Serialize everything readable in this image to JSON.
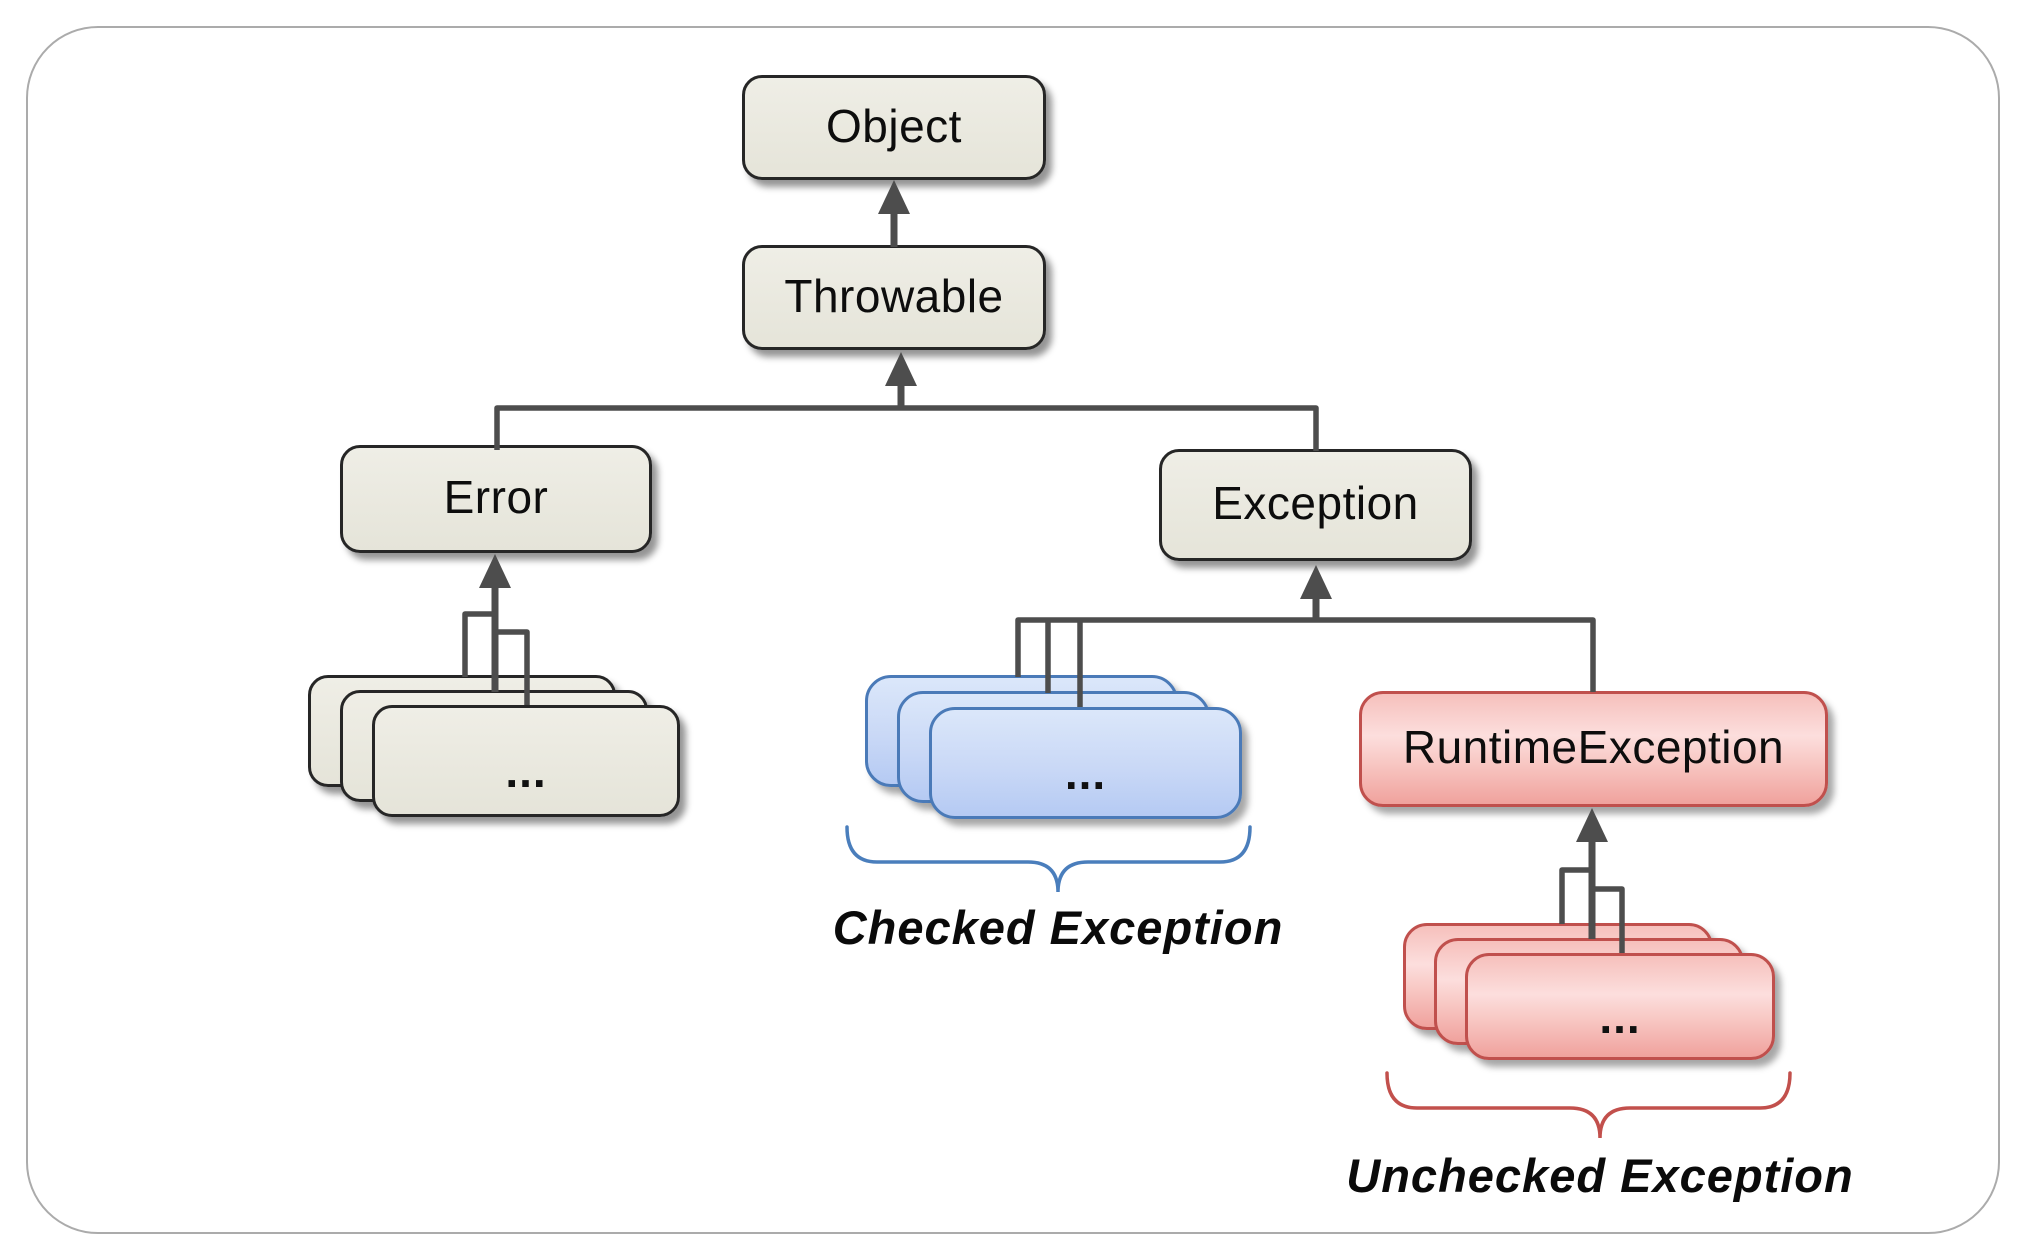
{
  "diagram": {
    "kind": "java-exception-class-hierarchy"
  },
  "nodes": {
    "object": {
      "label": "Object"
    },
    "throwable": {
      "label": "Throwable"
    },
    "error": {
      "label": "Error"
    },
    "exception": {
      "label": "Exception"
    },
    "runtime_exception": {
      "label": "RuntimeException"
    },
    "error_subclasses": {
      "label": "..."
    },
    "checked_subclasses": {
      "label": "..."
    },
    "unchecked_subclasses": {
      "label": "..."
    }
  },
  "annotations": {
    "checked": {
      "label": "Checked Exception"
    },
    "unchecked": {
      "label": "Unchecked Exception"
    }
  },
  "colors": {
    "neutral_box_fill": "#eae9e0",
    "neutral_box_border": "#262626",
    "checked_box_fill_top": "#dbe7fa",
    "checked_box_fill_bottom": "#b5caf3",
    "checked_box_border": "#4a7ab8",
    "unchecked_box_fill_top": "#f6c0bc",
    "unchecked_box_fill_bottom": "#f0a29d",
    "unchecked_box_border": "#c0504d",
    "connector": "#4d4d4d",
    "checked_brace": "#4a7ebc",
    "unchecked_brace": "#c2504c",
    "slide_border": "#ababab"
  }
}
